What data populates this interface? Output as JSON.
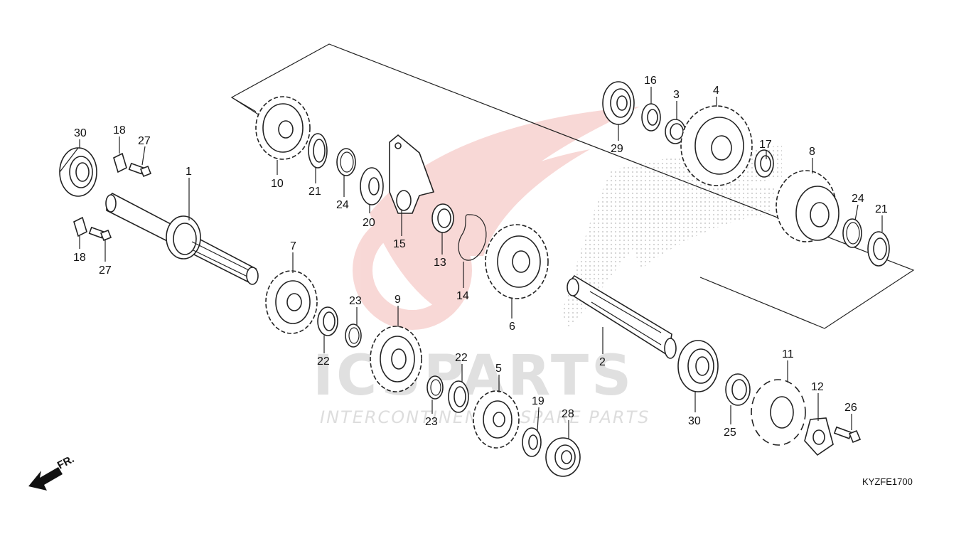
{
  "diagram_code": "KYZFE1700",
  "direction_label": "FR.",
  "watermark": {
    "brand": "ICSPARTS",
    "tagline": "INTERCONTINENTAL SPARE PARTS",
    "color": "#e0504a"
  },
  "callouts": [
    "30",
    "18",
    "27",
    "18",
    "27",
    "1",
    "10",
    "21",
    "24",
    "20",
    "15",
    "13",
    "14",
    "7",
    "22",
    "23",
    "9",
    "22",
    "23",
    "5",
    "19",
    "28",
    "6",
    "2",
    "30",
    "25",
    "11",
    "12",
    "26",
    "29",
    "16",
    "3",
    "4",
    "17",
    "8",
    "24",
    "21"
  ]
}
